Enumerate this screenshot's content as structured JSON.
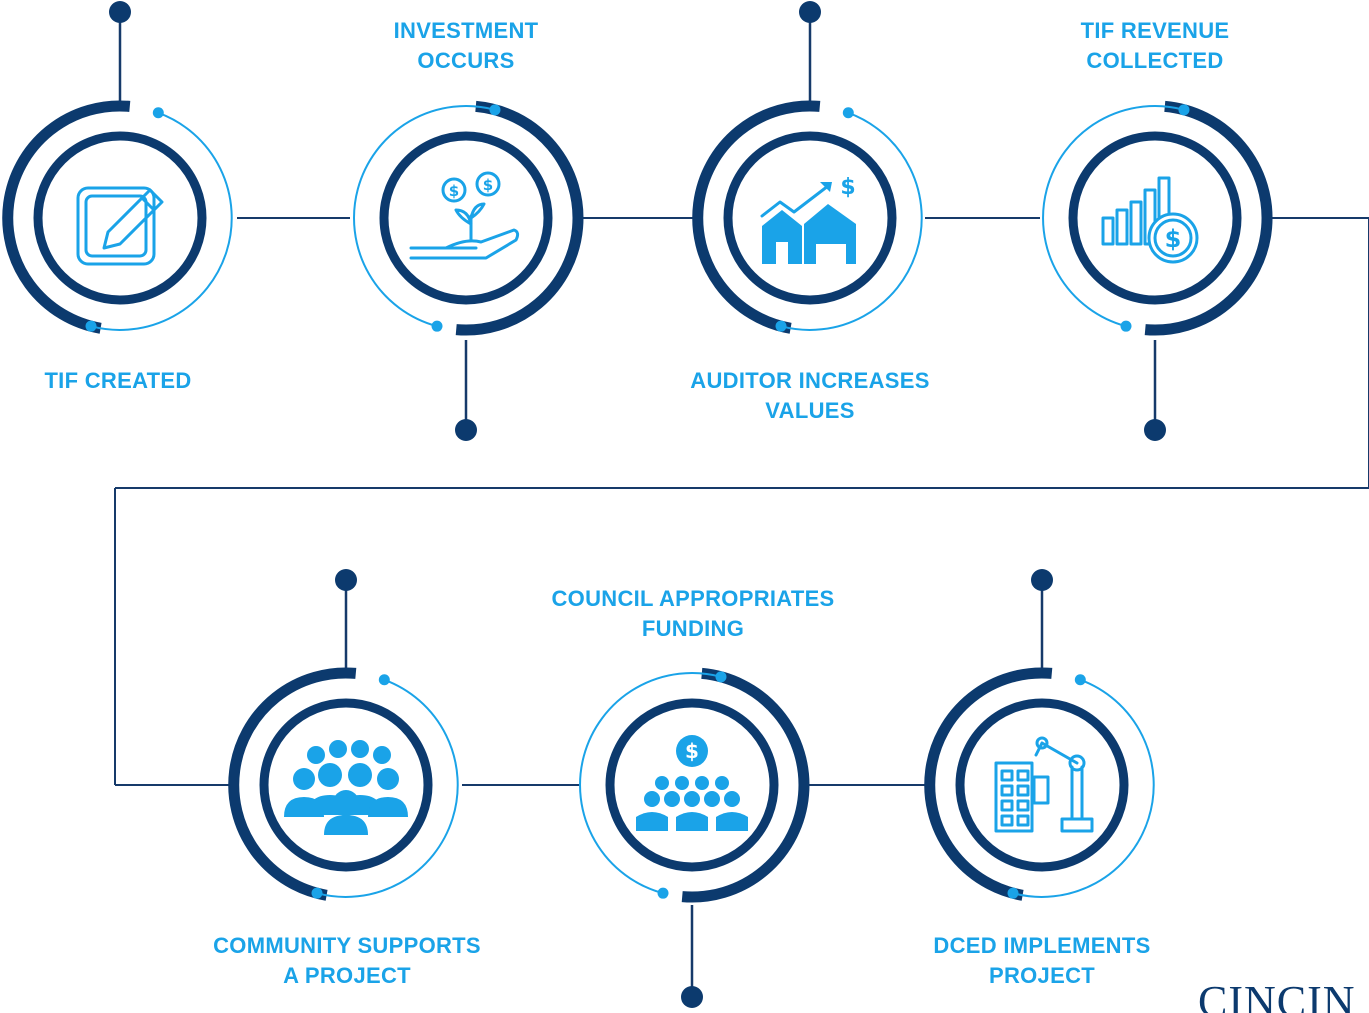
{
  "colors": {
    "dark": "#0c3a6e",
    "accent": "#1aa3e8",
    "connector": "#163a6a"
  },
  "steps": [
    {
      "id": "tif-created",
      "lines": [
        "TIF CREATED"
      ],
      "icon": "document-pencil-icon"
    },
    {
      "id": "investment-occurs",
      "lines": [
        "INVESTMENT",
        "OCCURS"
      ],
      "icon": "hand-plant-money-icon"
    },
    {
      "id": "auditor-increases-values",
      "lines": [
        "AUDITOR INCREASES",
        "VALUES"
      ],
      "icon": "houses-rising-value-icon"
    },
    {
      "id": "tif-revenue-collected",
      "lines": [
        "TIF REVENUE",
        "COLLECTED"
      ],
      "icon": "bar-chart-dollar-icon"
    },
    {
      "id": "community-supports-a-project",
      "lines": [
        "COMMUNITY SUPPORTS",
        "A PROJECT"
      ],
      "icon": "people-group-icon"
    },
    {
      "id": "council-appropriates-funding",
      "lines": [
        "COUNCIL APPROPRIATES",
        "FUNDING"
      ],
      "icon": "audience-dollar-icon"
    },
    {
      "id": "dced-implements-project",
      "lines": [
        "DCED IMPLEMENTS",
        "PROJECT"
      ],
      "icon": "building-crane-icon"
    }
  ],
  "brand": {
    "text": "CINCIN"
  }
}
